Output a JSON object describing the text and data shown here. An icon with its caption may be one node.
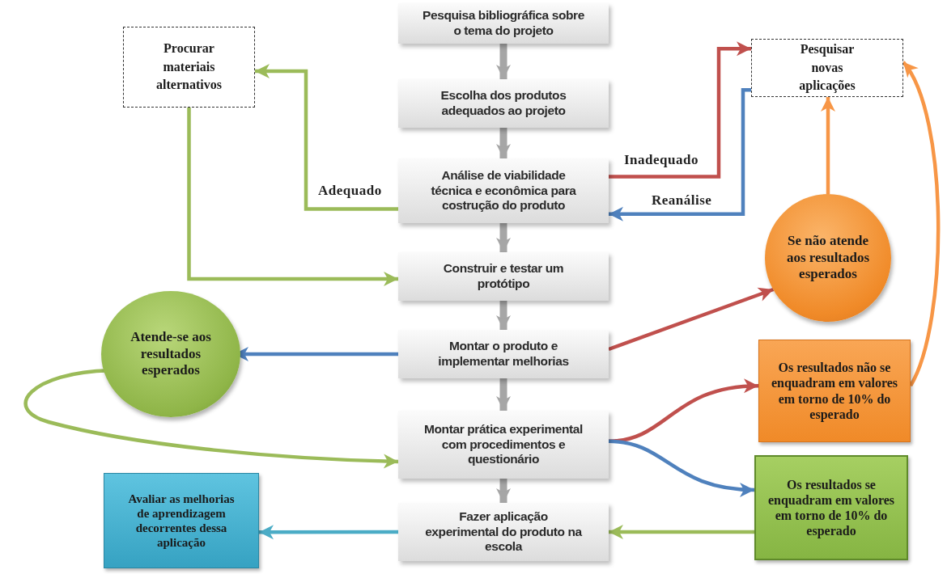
{
  "diagram": {
    "nodes": [
      {
        "text": [
          "Pesquisa bibliográfica sobre o tema do projeto"
        ]
      },
      {
        "text": [
          "Escolha dos produtos adequados ao projeto"
        ]
      },
      {
        "text": [
          "Análise de viabilidade técnica e econômica para costrução do produto"
        ]
      },
      {
        "text": [
          "Construir e testar um protótipo"
        ]
      },
      {
        "text": [
          "Montar o produto e implementar melhorias"
        ]
      },
      {
        "text": [
          "Montar prática experimental com procedimentos e questionário"
        ]
      },
      {
        "text": [
          "Fazer aplicação experimental do produto na escola"
        ]
      },
      {
        "text": [
          "Procurar materiais alternativos"
        ]
      },
      {
        "text": [
          "Pesquisar novas aplicações"
        ]
      },
      {
        "text": [
          "Se não atende aos resultados esperados"
        ]
      },
      {
        "text": [
          "Atende-se aos resultados esperados"
        ]
      },
      {
        "text": [
          "Os resultados não se enquadram em valores em torno de 10% do esperado"
        ]
      },
      {
        "text": [
          "Os resultados se enquadram em valores em torno de 10% do esperado"
        ]
      },
      {
        "text": [
          "Avaliar as melhorias de aprendizagem decorrentes dessa aplicação"
        ]
      }
    ],
    "edges": [
      {
        "from": 0,
        "to": 1,
        "arrow": "to",
        "style": "thick"
      },
      {
        "from": 1,
        "to": 2,
        "arrow": "to",
        "style": "thick"
      },
      {
        "from": 2,
        "to": 3,
        "arrow": "to",
        "style": "thick"
      },
      {
        "from": 3,
        "to": 4,
        "arrow": "to",
        "style": "thick"
      },
      {
        "from": 4,
        "to": 5,
        "arrow": "to",
        "style": "thick"
      },
      {
        "from": 5,
        "to": 6,
        "arrow": "to",
        "style": "thick"
      },
      {
        "from": 2,
        "to": 7,
        "arrow": "to",
        "label": "Adequado",
        "color": "#9bbb59"
      },
      {
        "from": 2,
        "to": 8,
        "arrow": "to",
        "label": "Inadequado",
        "color": "#c0504d"
      },
      {
        "from": 8,
        "to": 2,
        "arrow": "to",
        "label": "Reanálise",
        "color": "#4f81bd"
      },
      {
        "from": 7,
        "to": 3,
        "arrow": "to",
        "color": "#9bbb59"
      },
      {
        "from": 9,
        "to": 8,
        "arrow": "to",
        "color": "#f79646"
      },
      {
        "from": 11,
        "to": 8,
        "arrow": "to",
        "color": "#f79646"
      },
      {
        "from": 4,
        "to": 9,
        "arrow": "to",
        "color": "#c0504d"
      },
      {
        "from": 4,
        "to": 10,
        "arrow": "to",
        "color": "#4f81bd"
      },
      {
        "from": 10,
        "to": 5,
        "arrow": "to",
        "color": "#9bbb59"
      },
      {
        "from": 5,
        "to": 11,
        "arrow": "to",
        "color": "#c0504d"
      },
      {
        "from": 5,
        "to": 12,
        "arrow": "to",
        "color": "#4f81bd"
      },
      {
        "from": 12,
        "to": 6,
        "arrow": "to",
        "color": "#9bbb59"
      },
      {
        "from": 6,
        "to": 13,
        "arrow": "to",
        "color": "#4bacc6"
      }
    ]
  }
}
